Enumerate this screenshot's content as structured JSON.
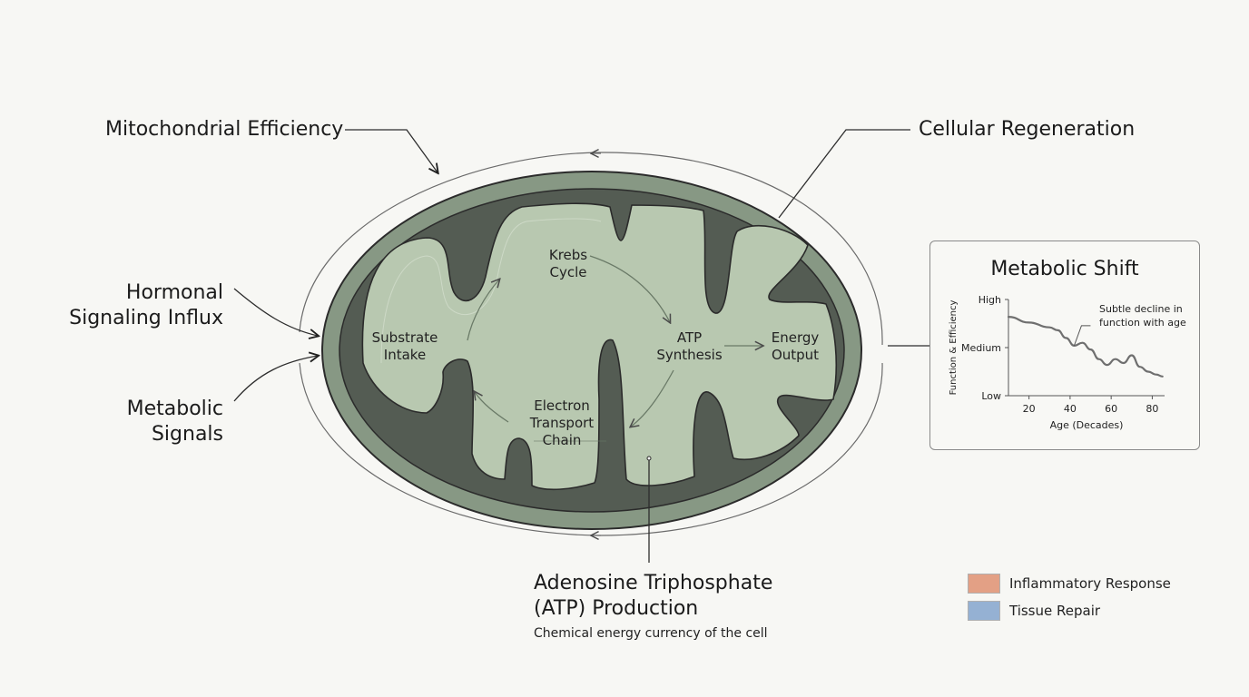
{
  "labels": {
    "mitochondrial_efficiency": "Mitochondrial Efficiency",
    "cellular_regeneration": "Cellular Regeneration",
    "hormonal_line1": "Hormonal",
    "hormonal_line2": "Signaling Influx",
    "metabolic_line1": "Metabolic",
    "metabolic_line2": "Signals",
    "atp_title_line1": "Adenosine Triphosphate",
    "atp_title_line2": "(ATP) Production",
    "atp_subtitle": "Chemical energy currency of the cell"
  },
  "cycle": {
    "substrate_line1": "Substrate",
    "substrate_line2": "Intake",
    "krebs_line1": "Krebs",
    "krebs_line2": "Cycle",
    "atp_line1": "ATP",
    "atp_line2": "Synthesis",
    "energy_line1": "Energy",
    "energy_line2": "Output",
    "etc_line1": "Electron",
    "etc_line2": "Transport",
    "etc_line3": "Chain"
  },
  "chart": {
    "title": "Metabolic Shift",
    "annotation_line1": "Subtle decline in",
    "annotation_line2": "function with age"
  },
  "chart_data": {
    "type": "line",
    "title": "Metabolic Shift",
    "xlabel": "Age (Decades)",
    "ylabel": "Function & Efficiency",
    "x_ticks": [
      "20",
      "40",
      "60",
      "80"
    ],
    "y_ticks": [
      "Low",
      "Medium",
      "High"
    ],
    "xlim": [
      10,
      86
    ],
    "ylim": [
      0,
      100
    ],
    "grid": false,
    "x": [
      10,
      20,
      30,
      34,
      38,
      42,
      46,
      50,
      54,
      58,
      62,
      66,
      70,
      74,
      78,
      82,
      85
    ],
    "y": [
      82,
      76,
      71,
      68,
      60,
      52,
      55,
      48,
      38,
      32,
      38,
      34,
      42,
      30,
      25,
      22,
      20
    ]
  },
  "legend": {
    "items": [
      {
        "label": "Inflammatory Response",
        "color": "#e3a085"
      },
      {
        "label": "Tissue Repair",
        "color": "#95b1d3"
      }
    ]
  },
  "colors": {
    "membrane_outer": "#879884",
    "intermembrane": "#545c53",
    "matrix": "#b8c8b0",
    "line": "#2d2d2d"
  }
}
